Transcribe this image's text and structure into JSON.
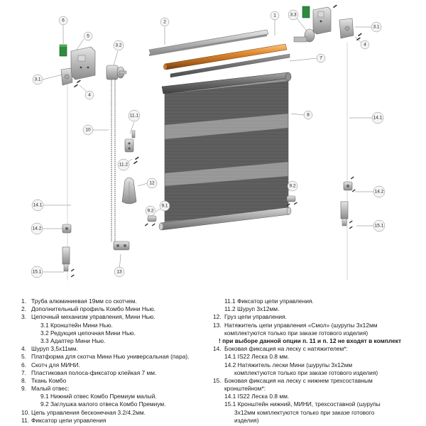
{
  "callouts": [
    {
      "id": "c6",
      "label": "6"
    },
    {
      "id": "c5",
      "label": "5"
    },
    {
      "id": "c2",
      "label": "2"
    },
    {
      "id": "c1",
      "label": "1"
    },
    {
      "id": "c33",
      "label": "3.3"
    },
    {
      "id": "c7a",
      "label": "7"
    },
    {
      "id": "c31r",
      "label": "3.1"
    },
    {
      "id": "c4r",
      "label": "4"
    },
    {
      "id": "c32",
      "label": "3.2"
    },
    {
      "id": "c31l",
      "label": "3.1"
    },
    {
      "id": "c4l",
      "label": "4"
    },
    {
      "id": "c7",
      "label": "7"
    },
    {
      "id": "c8",
      "label": "8"
    },
    {
      "id": "c111",
      "label": "11.1"
    },
    {
      "id": "c10",
      "label": "10"
    },
    {
      "id": "c141r",
      "label": "14.1"
    },
    {
      "id": "c112",
      "label": "11.2"
    },
    {
      "id": "c12",
      "label": "12"
    },
    {
      "id": "c92",
      "label": "9.2"
    },
    {
      "id": "c91",
      "label": "9.1"
    },
    {
      "id": "c142r",
      "label": "14.2"
    },
    {
      "id": "c141l",
      "label": "14.1"
    },
    {
      "id": "c151r",
      "label": "15.1"
    },
    {
      "id": "c142l",
      "label": "14.2"
    },
    {
      "id": "c13",
      "label": "13"
    },
    {
      "id": "c151l",
      "label": "15.1"
    }
  ],
  "legend": {
    "left": [
      {
        "num": "1.",
        "text": "Труба алюминиевая 19мм со скотчем."
      },
      {
        "num": "2.",
        "text": "Дополнительный профиль Комбо Мини Нью."
      },
      {
        "num": "3.",
        "text": "Цепочный механизм управления, Мини Нью."
      },
      {
        "num": "",
        "text": "3.1 Кронштейн Мини Нью.",
        "sub": true
      },
      {
        "num": "",
        "text": "3.2 Редукция цепочная Мини Нью.",
        "sub": true
      },
      {
        "num": "",
        "text": "3.3 Адаптер Мини Нью.",
        "sub": true
      },
      {
        "num": "4.",
        "text": "Шуруп 3,5х11мм."
      },
      {
        "num": "5.",
        "text": "Платформа для скотча Мини Нью универсальная (пара)."
      },
      {
        "num": "6.",
        "text": "Скотч для МИНИ."
      },
      {
        "num": "7.",
        "text": "Пластиковая полоса-фиксатор клейкая 7 мм."
      },
      {
        "num": "8.",
        "text": "Ткань Комбо"
      },
      {
        "num": "9.",
        "text": "Малый отвес:"
      },
      {
        "num": "",
        "text": "9.1 Нижний отвес Комбо Премиум малый.",
        "sub": true
      },
      {
        "num": "",
        "text": "9.2 Заглушка малого отвеса Комбо Премиум.",
        "sub": true
      },
      {
        "num": "10.",
        "text": "Цепь управления бесконечная 3.2/4.2мм."
      },
      {
        "num": "11.",
        "text": "Фиксатор цепи управления"
      }
    ],
    "right": [
      {
        "num": "",
        "text": "11.1 Фиксатор цепи управления.",
        "sub": true
      },
      {
        "num": "",
        "text": "11.2 Шуруп 3х12мм.",
        "sub": true
      },
      {
        "num": "12.",
        "text": "Груз цепи управления."
      },
      {
        "num": "13.",
        "text": "Натяжитель цепи управления «Смол» (шурупы 3х12мм"
      },
      {
        "num": "",
        "text": "комплектуются только при заказе готового изделия)",
        "sub": true
      },
      {
        "num": "",
        "text": "! при выборе данной опции п. 11 и п. 12 не входят в комплект",
        "bold": true
      },
      {
        "num": "14.",
        "text": "Боковая фиксация на леску с натяжителем*:"
      },
      {
        "num": "",
        "text": "14.1  IS22 Леска 0.8 мм.",
        "sub": true
      },
      {
        "num": "",
        "text": "14.2  Натяжитель лески Мини (шурупы 3х12мм",
        "sub": true
      },
      {
        "num": "",
        "text": "комплектуются только при заказе готового изделия)",
        "sub2": true
      },
      {
        "num": "15.",
        "text": "Боковая фиксация на леску с нижнем трехсоставным"
      },
      {
        "num": "",
        "text": "кронштейном*:"
      },
      {
        "num": "",
        "text": "14.1  IS22 Леска 0.8 мм.",
        "sub": true
      },
      {
        "num": "",
        "text": "15.1  Кронштейн нижний, МИНИ, трехсоставной (шурупы",
        "sub": true
      },
      {
        "num": "",
        "text": "3х12мм комплектуются только при заказе готового",
        "sub2": true
      },
      {
        "num": "",
        "text": "изделия)",
        "sub2": true
      }
    ]
  }
}
